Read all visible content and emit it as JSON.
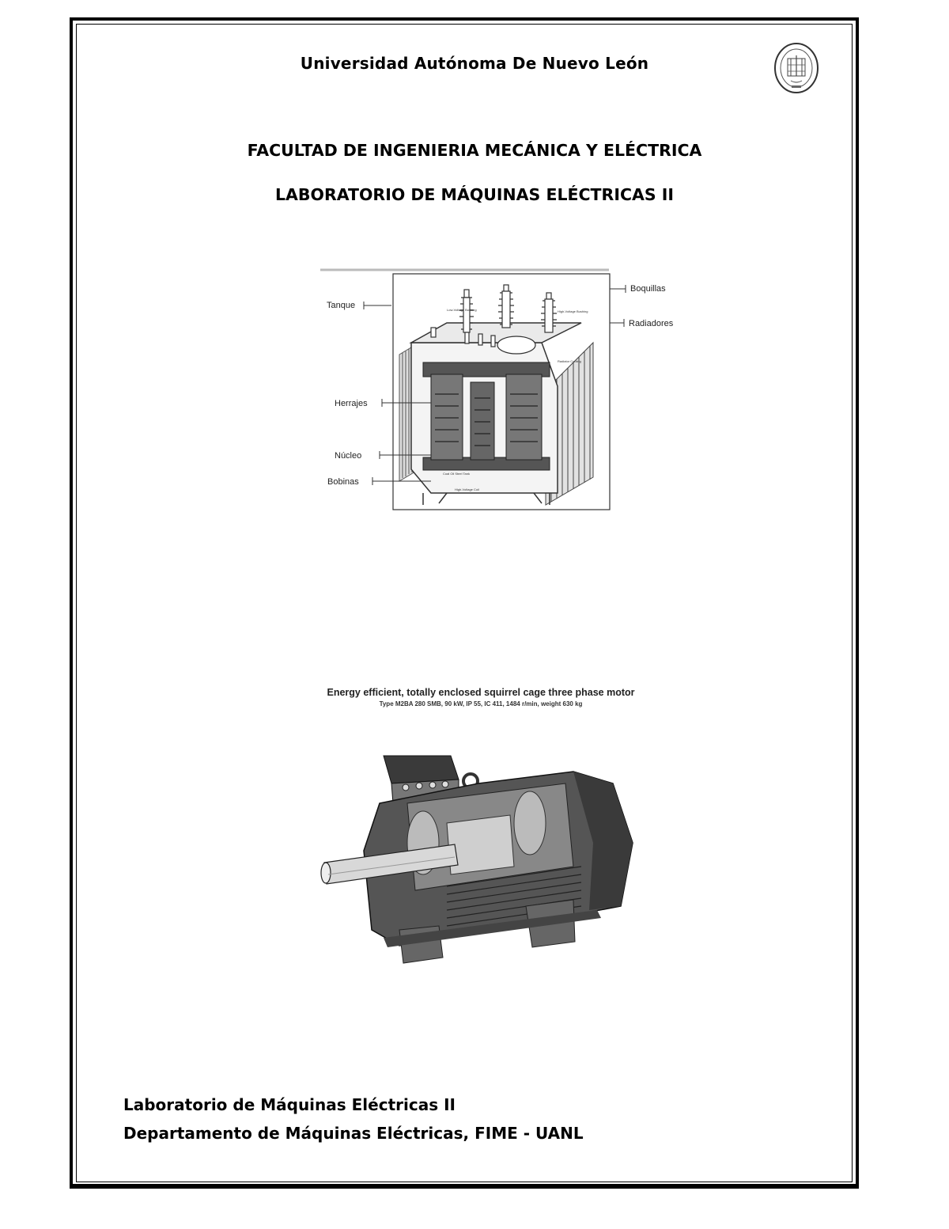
{
  "header": {
    "university": "Universidad Autónoma De Nuevo León",
    "seal_icon": "university-seal-logo",
    "faculty": "FACULTAD DE INGENIERIA MECÁNICA Y ELÉCTRICA",
    "laboratory": "LABORATORIO DE MÁQUINAS ELÉCTRICAS II"
  },
  "transformer_figure": {
    "labels": {
      "tanque": "Tanque",
      "herrajes": "Herrajes",
      "nucleo": "Núcleo",
      "bobinas": "Bobinas",
      "boquillas": "Boquillas",
      "radiadores": "Radiadores"
    }
  },
  "motor_figure": {
    "caption": "Energy efficient, totally enclosed squirrel cage three phase motor",
    "spec": "Type M2BA 280 SMB, 90 kW, IP 55, IC 411, 1484 r/min, weight 630 kg"
  },
  "footer": {
    "line1": "Laboratorio de Máquinas Eléctricas II",
    "line2": "Departamento de Máquinas Eléctricas, FIME - UANL"
  }
}
